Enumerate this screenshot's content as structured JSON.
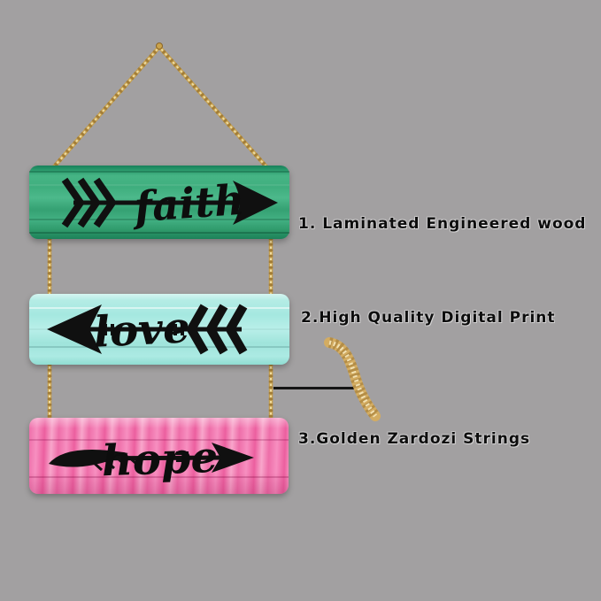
{
  "image_type": "annotated product photo",
  "colors": {
    "background": "#a2a0a1",
    "string_gold": "#c6a050",
    "graphic_black": "#101010",
    "pointer_line": "#151515",
    "plank_faith_green": "#3aa877",
    "plank_love_aqua": "#a5e8e0",
    "plank_hope_pink": "#ee6ea9"
  },
  "product": {
    "description": "three wooden wall-hanging planks joined by golden strings",
    "planks": [
      {
        "word": "faith",
        "color_name": "green",
        "arrow": "right arrow with chevron fletching"
      },
      {
        "word": "love",
        "color_name": "aqua",
        "arrow": "left arrow with chevron fletching"
      },
      {
        "word": "hope",
        "color_name": "pink",
        "arrow": "right arrow with feather"
      }
    ]
  },
  "annotations": [
    {
      "text": "1. Laminated Engineered wood"
    },
    {
      "text": "2.High Quality Digital Print"
    },
    {
      "text": "3.Golden Zardozi Strings"
    }
  ]
}
